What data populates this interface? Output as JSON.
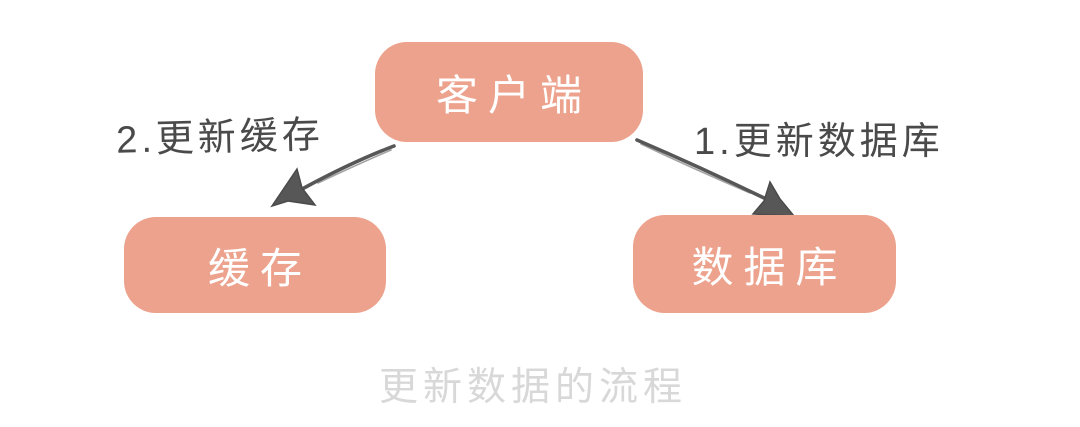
{
  "diagram": {
    "caption": "更新数据的流程",
    "nodes": {
      "client": {
        "label": "客户端"
      },
      "cache": {
        "label": "缓存"
      },
      "database": {
        "label": "数据库"
      }
    },
    "edges": {
      "client_to_database": {
        "label": "1.更新数据库",
        "order": "1"
      },
      "client_to_cache": {
        "label": "2.更新缓存",
        "order": "2"
      }
    },
    "colors": {
      "node_fill": "#ECA28C",
      "node_text": "#FFFFFF",
      "arrow": "#575757",
      "edge_label_text": "#4A4A4A",
      "caption_text": "#D8D8D8",
      "background": "#FFFFFF"
    }
  }
}
